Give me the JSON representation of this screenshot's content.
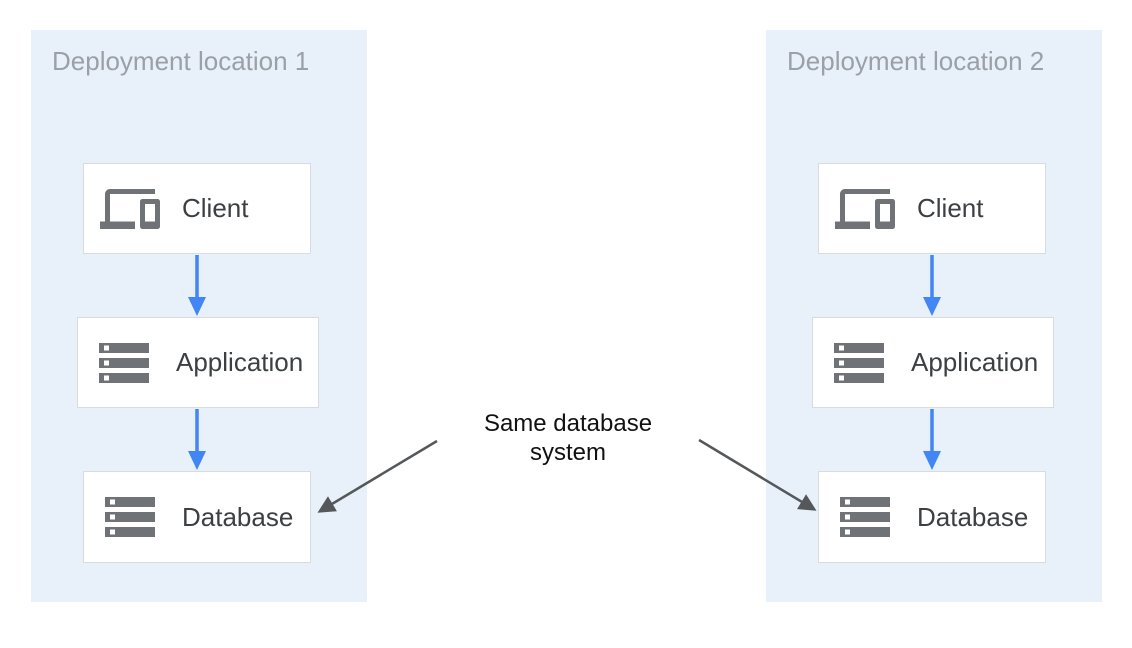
{
  "diagram": {
    "panels": [
      {
        "title": "Deployment location 1",
        "nodes": [
          {
            "label": "Client",
            "icon": "devices-icon"
          },
          {
            "label": "Application",
            "icon": "server-stack-icon"
          },
          {
            "label": "Database",
            "icon": "server-stack-icon"
          }
        ]
      },
      {
        "title": "Deployment location 2",
        "nodes": [
          {
            "label": "Client",
            "icon": "devices-icon"
          },
          {
            "label": "Application",
            "icon": "server-stack-icon"
          },
          {
            "label": "Database",
            "icon": "server-stack-icon"
          }
        ]
      }
    ],
    "annotation": {
      "lines": [
        "Same database",
        "system"
      ]
    },
    "colors": {
      "panel_background": "#e8f0fa",
      "node_background": "#ffffff",
      "node_border": "#d8dce0",
      "icon_gray": "#6f7377",
      "flow_arrow_blue": "#4285f4",
      "annotation_arrow_gray": "#55585b",
      "panel_title_gray": "#9aa0a6",
      "node_label_color": "#3c4043",
      "annotation_text_color": "#111111"
    }
  }
}
